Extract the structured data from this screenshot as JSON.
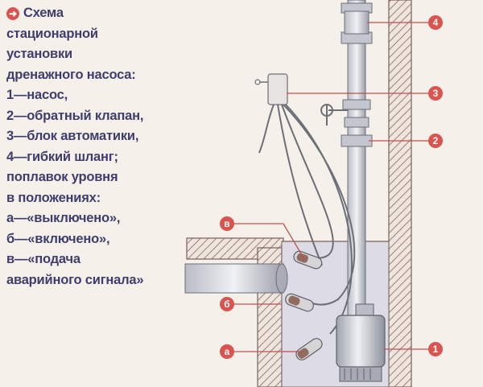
{
  "legend": {
    "title": "Схема",
    "lines": [
      "стационарной",
      "установки",
      "дренажного насоса:",
      "1—насос,",
      "2—обратный клапан,",
      "3—блок автоматики,",
      "4—гибкий шланг;",
      "поплавок уровня",
      "в положениях:",
      "а—«выключено»,",
      "б—«включено»,",
      "в—«подача",
      "аварийного сигнала»"
    ]
  },
  "callouts": {
    "c1": "1",
    "c2": "2",
    "c3": "3",
    "c4": "4",
    "ca": "а",
    "cb": "б",
    "cv": "в"
  },
  "colors": {
    "text": "#3f3d6e",
    "badge": "#d9534f",
    "leader": "#c0504d",
    "hatch": "#8a6e66",
    "water": "#d8d8e4"
  }
}
